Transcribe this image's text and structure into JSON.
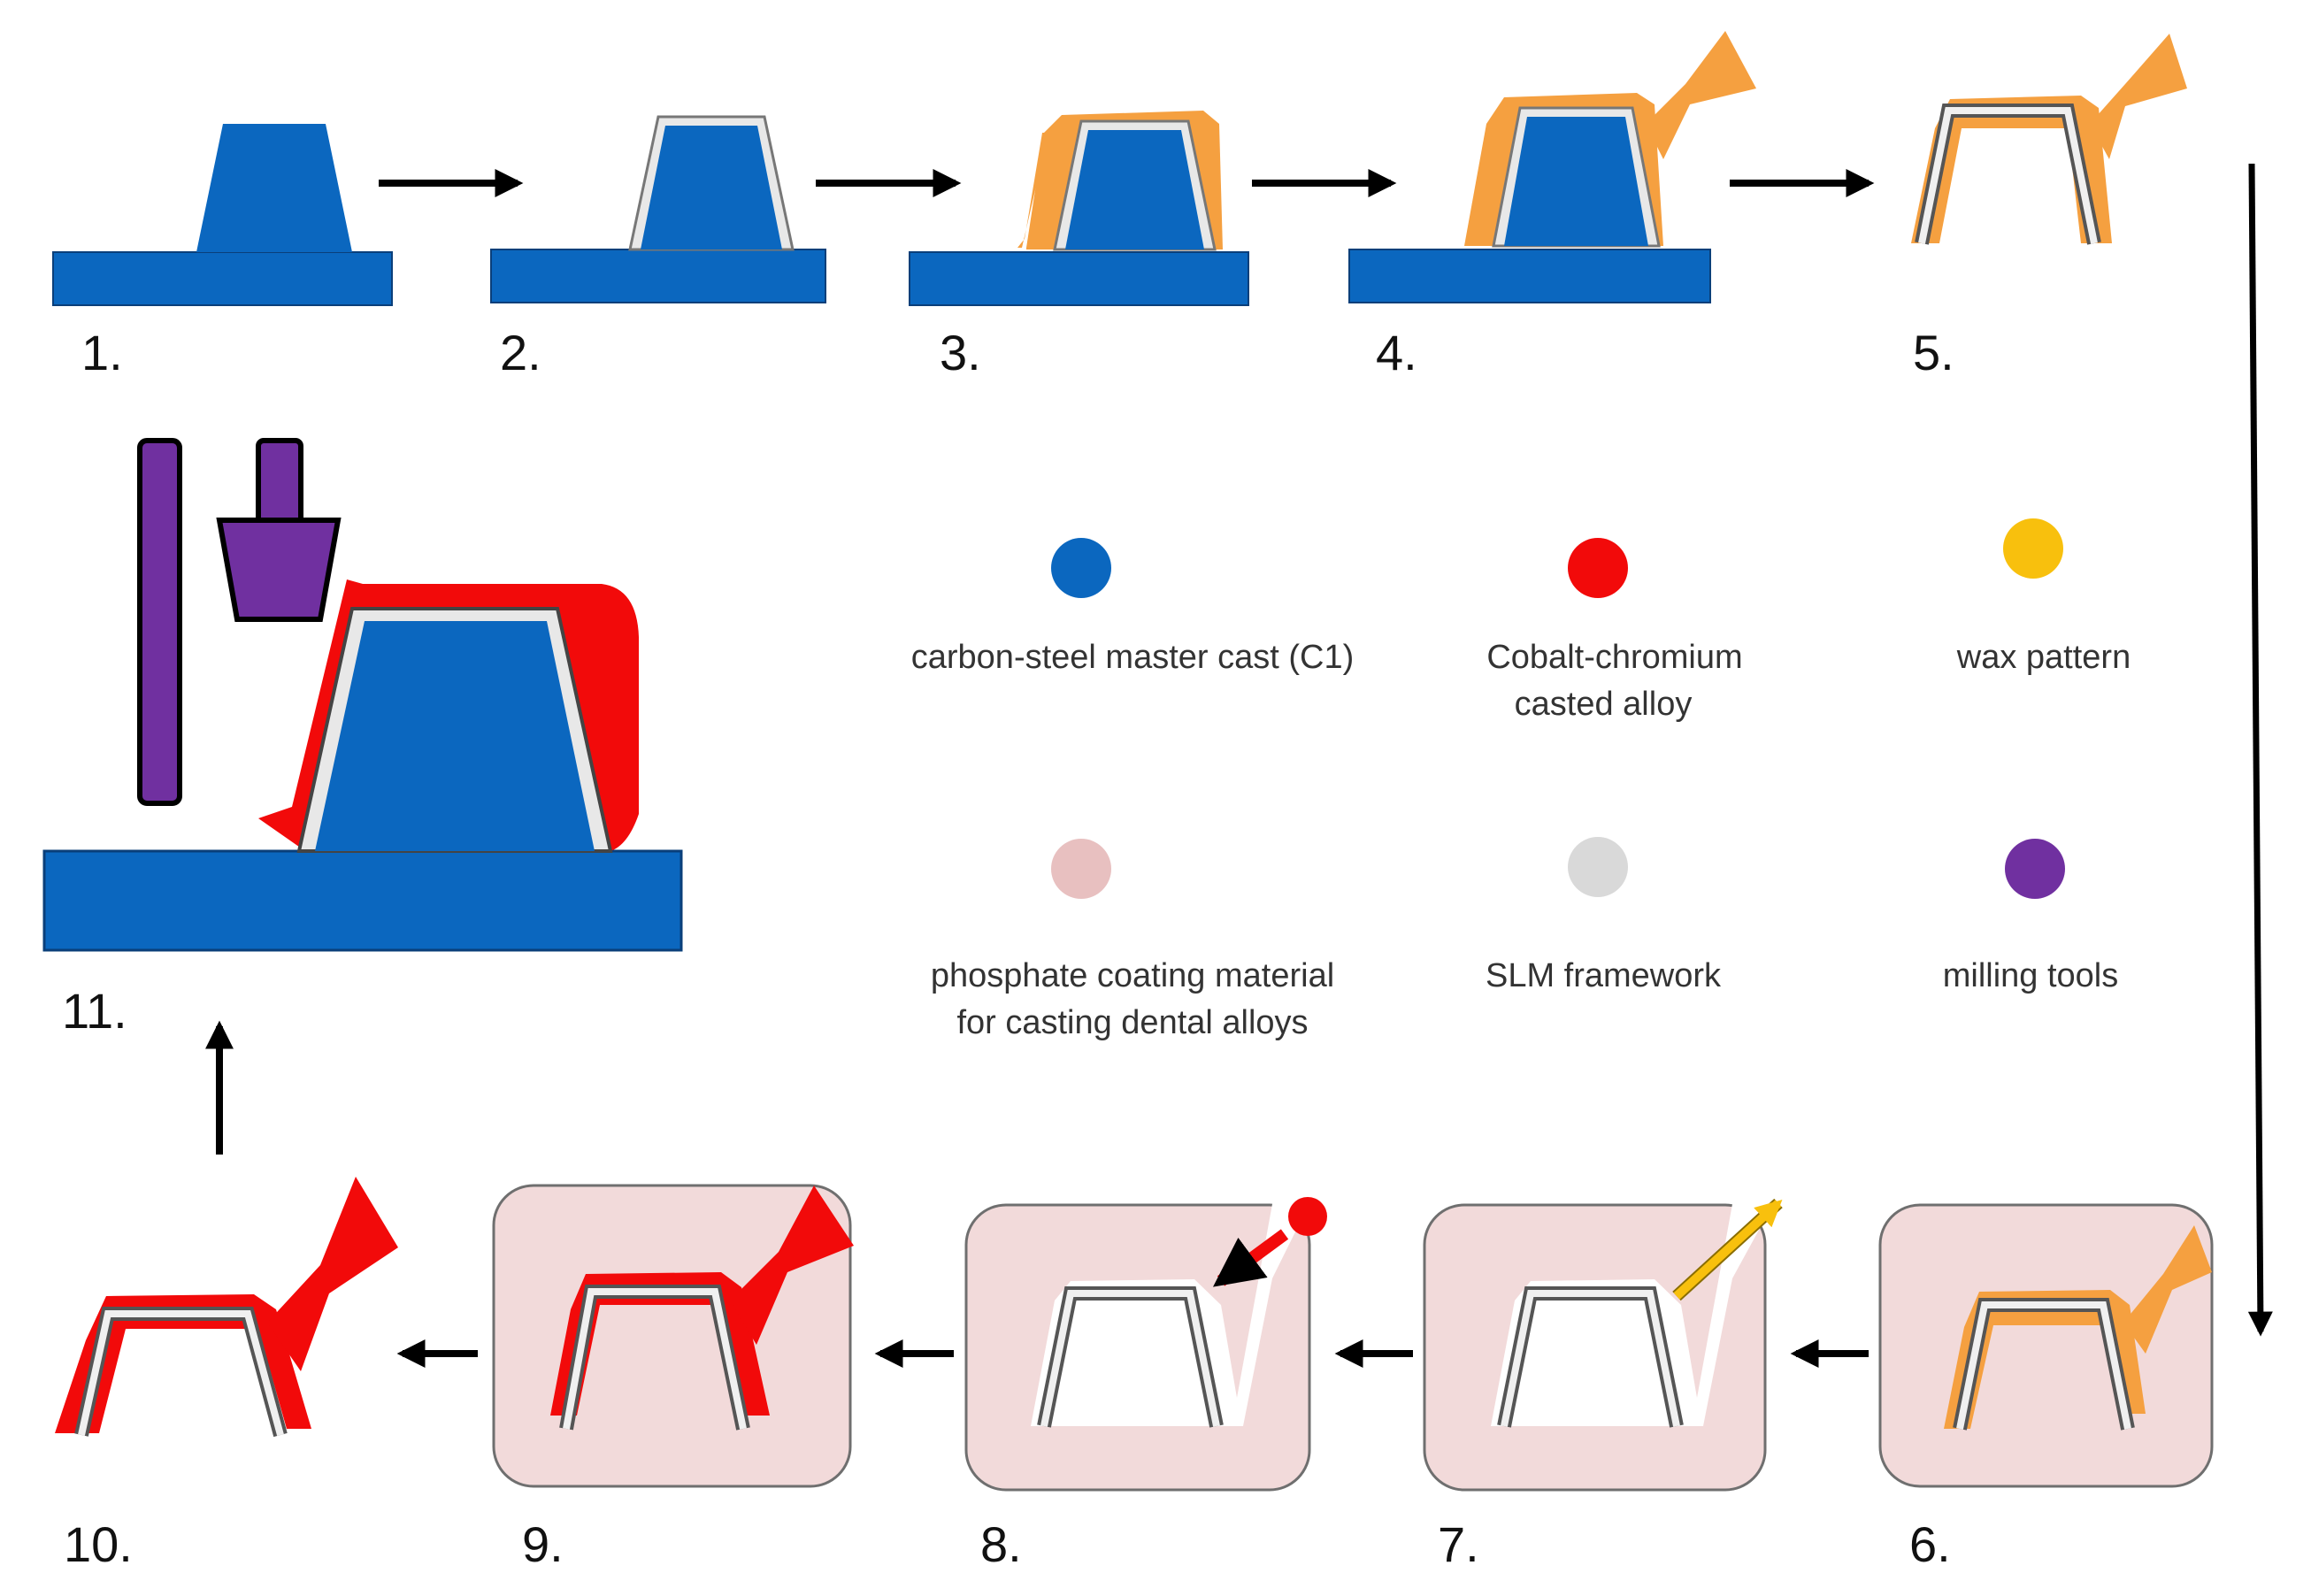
{
  "colors": {
    "master_cast": "#0b67bf",
    "master_cast_edge": "#0a3f7a",
    "cobalt_chromium": "#f20a0a",
    "wax": "#f5a040",
    "wax_dot": "#f8c00d",
    "phosphate": "#f2dada",
    "slm": "#d9d9d9",
    "milling": "#7030a0",
    "arrow": "#000000"
  },
  "steps": [
    {
      "label": "1."
    },
    {
      "label": "2."
    },
    {
      "label": "3."
    },
    {
      "label": "4."
    },
    {
      "label": "5."
    },
    {
      "label": "6."
    },
    {
      "label": "7."
    },
    {
      "label": "8."
    },
    {
      "label": "9."
    },
    {
      "label": "10."
    },
    {
      "label": "11."
    }
  ],
  "legend": [
    {
      "lines": [
        "carbon-steel master cast (C1)"
      ],
      "color": "#0b67bf"
    },
    {
      "lines": [
        "Cobalt-chromium",
        "casted alloy"
      ],
      "color": "#f20a0a"
    },
    {
      "lines": [
        "wax pattern"
      ],
      "color": "#f8c00d"
    },
    {
      "lines": [
        "phosphate coating material",
        "for casting dental alloys"
      ],
      "color": "#e8c0c0"
    },
    {
      "lines": [
        "SLM framework"
      ],
      "color": "#d9d9d9"
    },
    {
      "lines": [
        "milling tools"
      ],
      "color": "#7030a0"
    }
  ]
}
